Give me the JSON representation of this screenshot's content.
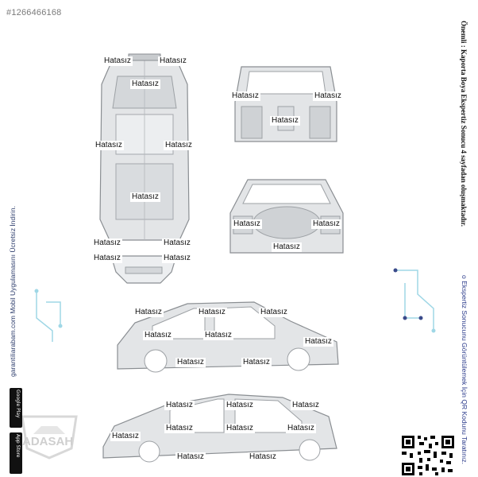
{
  "listing_id": "#1266466168",
  "important_note": "Önemli : Kaporta Boya Ekspertiz Sonucu 4 sayfadan oluşmaktadır.",
  "qr_note": "o Ekspertiz Sonucunu Görüntülemek İçin QR Kodunu Taratınız.",
  "app_promo": "garantiliarabam.com Mobil Uygulamasını Ücretsiz İndirin.",
  "store_badges": {
    "google_play": "Google Play",
    "app_store": "App Store"
  },
  "logo_text": "ADASAH",
  "part_status": "Hatasız",
  "colors": {
    "label_bg": "#ffffff",
    "part_fill": "#e3e5e7",
    "part_stroke": "#8a8e92",
    "accent_blue": "#3a4a8a"
  },
  "labels": [
    "Hatasız",
    "Hatasız",
    "Hatasız",
    "Hatasız",
    "Hatasız",
    "Hatasız",
    "Hatasız",
    "Hatasız",
    "Hatasız",
    "Hatasız",
    "Hatasız",
    "Hatasız",
    "Hatasız",
    "Hatasız",
    "Hatasız",
    "Hatasız",
    "Hatasız",
    "Hatasız",
    "Hatasız",
    "Hatasız",
    "Hatasız",
    "Hatasız",
    "Hatasız",
    "Hatasız",
    "Hatasız",
    "Hatasız",
    "Hatasız",
    "Hatasız",
    "Hatasız",
    "Hatasız",
    "Hatasız",
    "Hatasız",
    "Hatasız"
  ]
}
